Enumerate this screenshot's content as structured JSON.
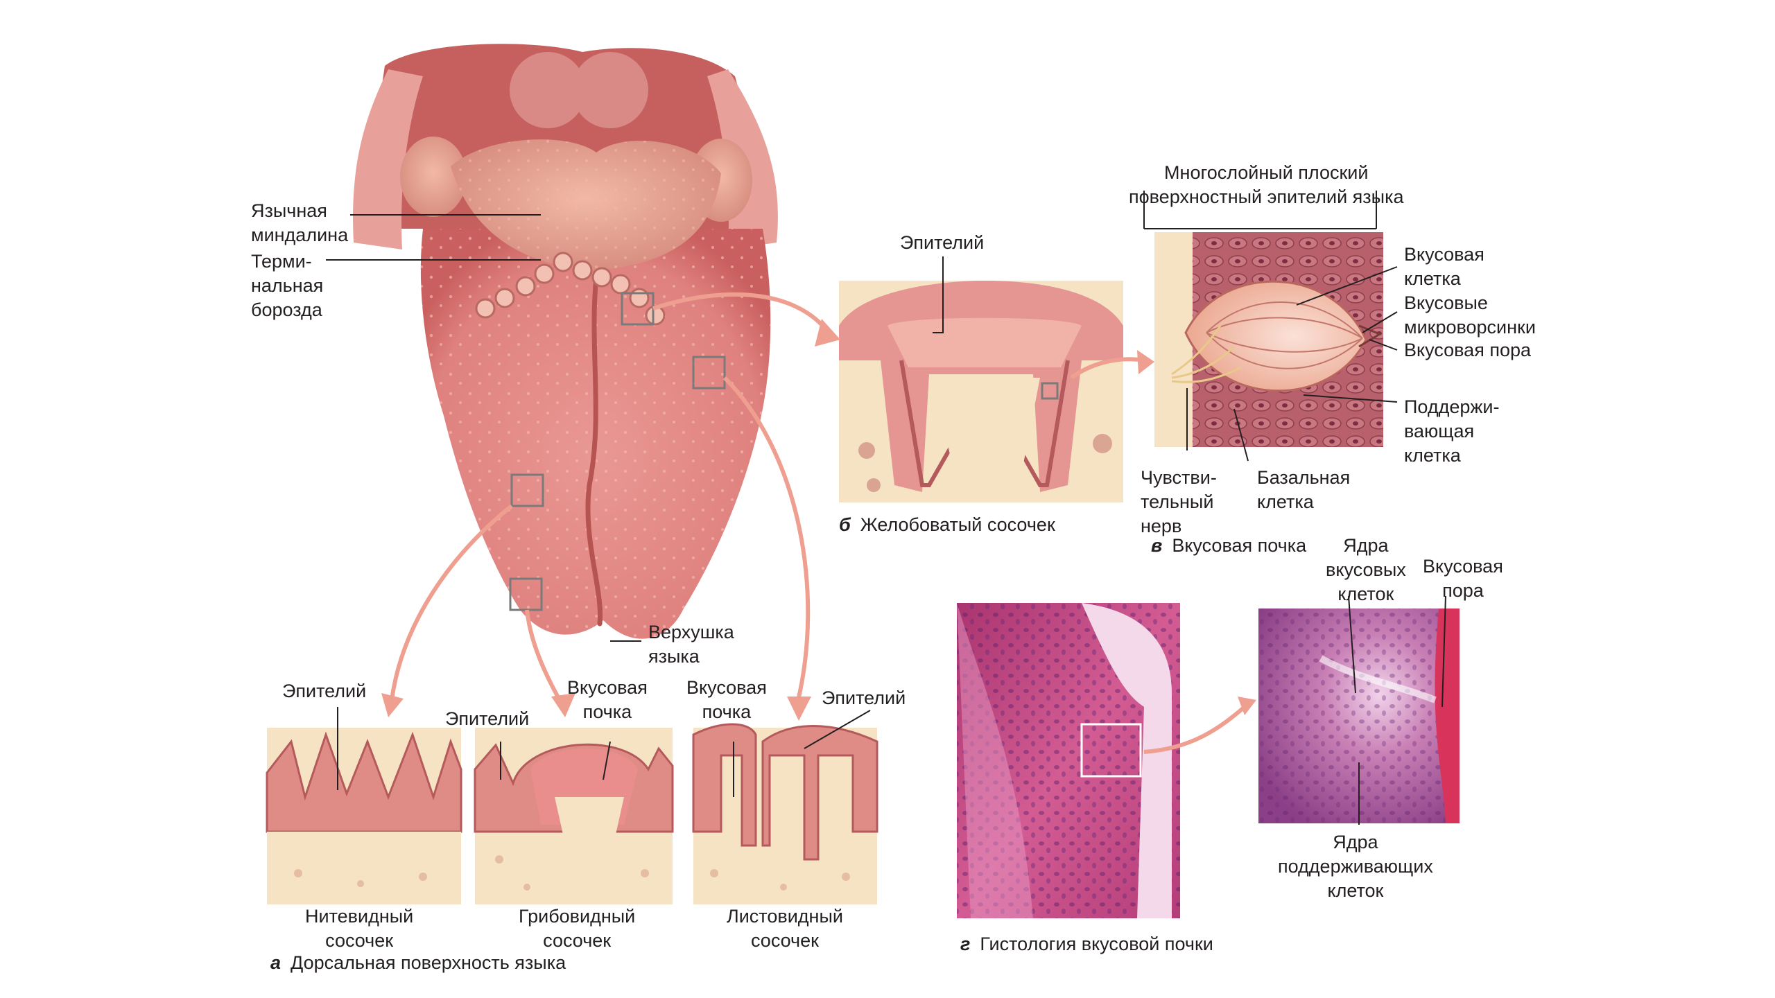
{
  "labels": {
    "lingual_tonsil": "Язычная\nминдалина",
    "terminal_sulcus": "Терми-\nнальная\nборозда",
    "tongue_apex": "Верхушка\nязыка",
    "epithelium_b": "Эпителий",
    "strat_epithelium": "Многослойный плоский\nповерхностный эпителий языка",
    "gustatory_cell": "Вкусовая\nклетка",
    "microvilli": "Вкусовые\nмикроворсинки",
    "taste_pore": "Вкусовая пора",
    "supporting_cell": "Поддержи-\nвающая\nклетка",
    "sensory_nerve": "Чувстви-\nтельный\nнерв",
    "basal_cell": "Базальная\nклетка",
    "epithelium_fil": "Эпителий",
    "epithelium_fung": "Эпителий",
    "taste_bud_fung": "Вкусовая\nпочка",
    "taste_bud_fol": "Вкусовая\nпочка",
    "epithelium_fol": "Эпителий",
    "nuclei_gustatory": "Ядра\nвкусовых\nклеток",
    "taste_pore_g": "Вкусовая\nпора",
    "nuclei_supporting": "Ядра\nподдерживающих\nклеток",
    "filiform": "Нитевидный\nсосочек",
    "fungiform": "Грибовидный\nсосочек",
    "foliate": "Листовидный\nсосочек"
  },
  "captions": {
    "a_letter": "а",
    "a_text": "Дорсальная поверхность языка",
    "b_letter": "б",
    "b_text": "Желобоватый сосочек",
    "c_letter": "в",
    "c_text": "Вкусовая почка",
    "d_letter": "г",
    "d_text": "Гистология вкусовой почки"
  },
  "colors": {
    "tongue": "#e48d8a",
    "tongue_dark": "#c9605f",
    "tissue": "#f6e3c4",
    "mucosa": "#d98880",
    "arrow": "#ef9f8f",
    "histo": "#c2477f"
  }
}
